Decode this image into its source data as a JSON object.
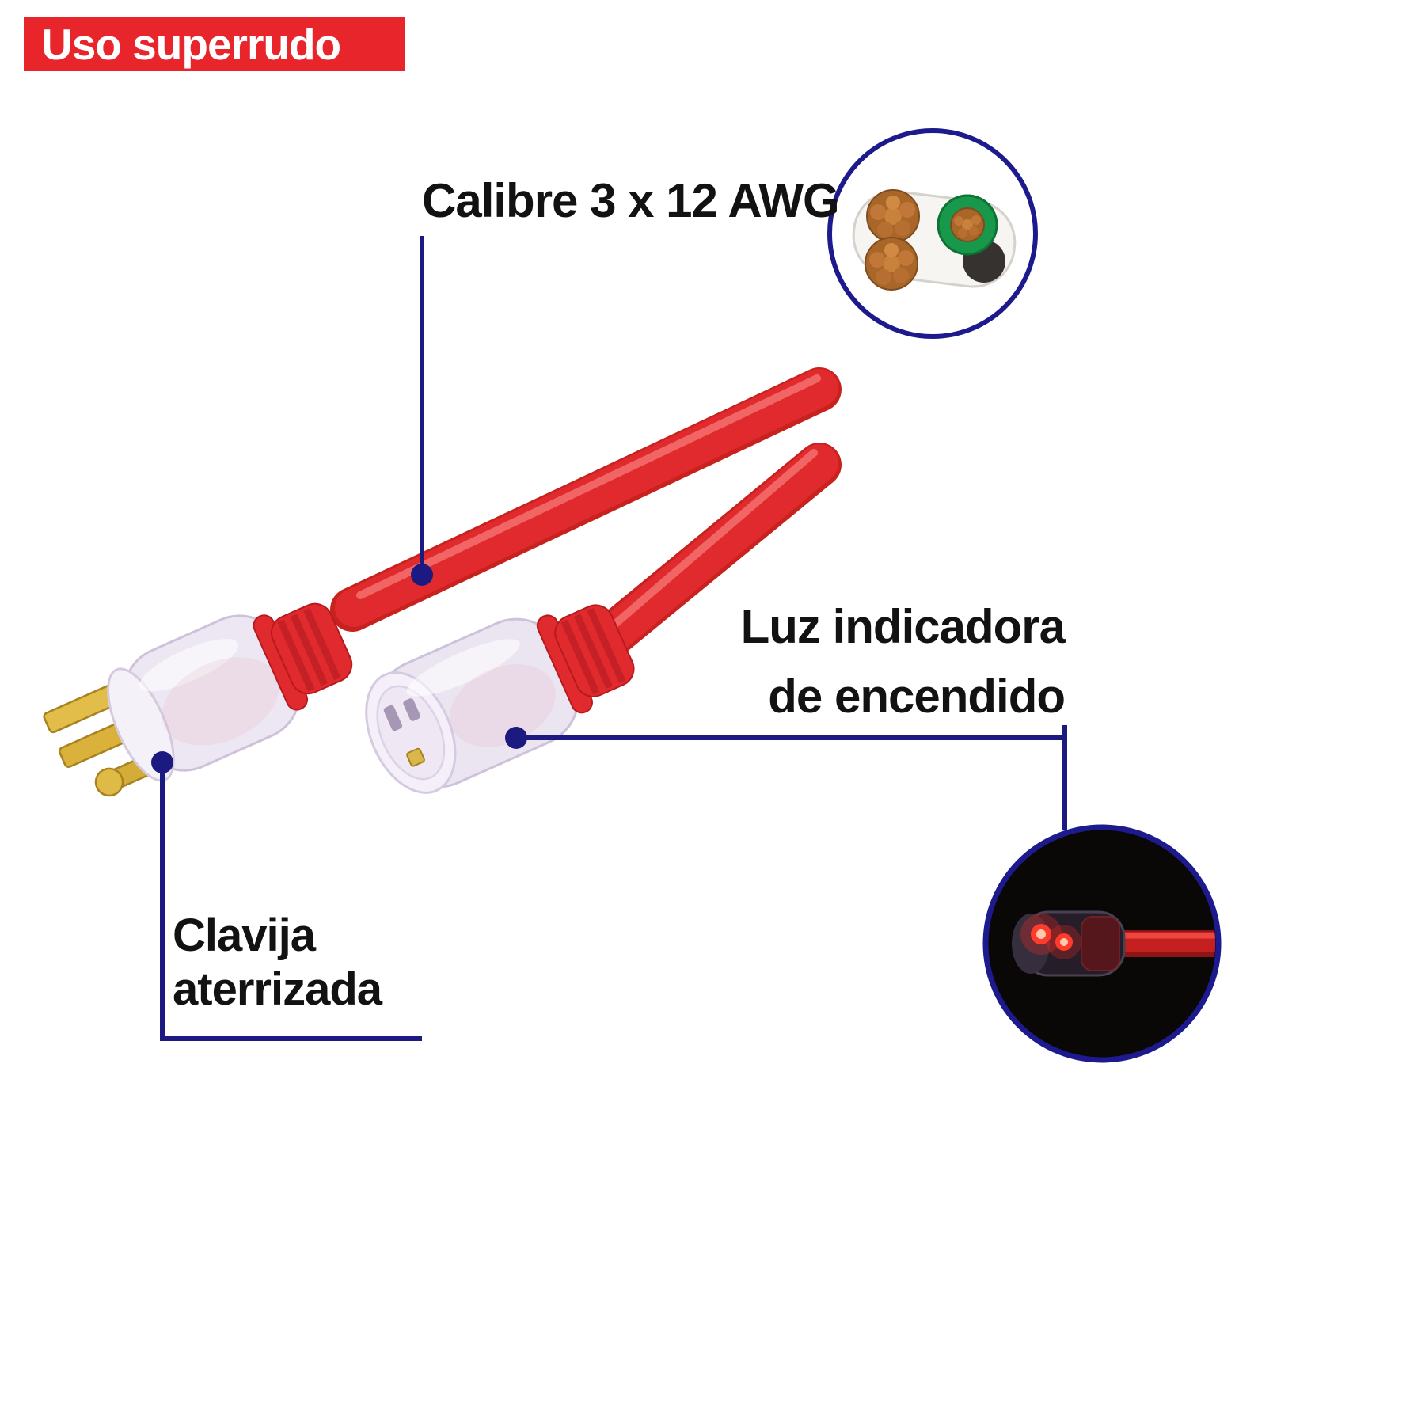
{
  "badge": {
    "label": "Uso superrudo",
    "background": "#e9252c",
    "text_color": "#ffffff"
  },
  "callouts": {
    "gauge": {
      "label": "Calibre 3 x 12 AWG"
    },
    "indicator": {
      "line1": "Luz indicadora",
      "line2": "de encendido"
    },
    "plug": {
      "line1": "Clavija",
      "line2": "aterrizada"
    }
  },
  "colors": {
    "cable_red": "#e02a2e",
    "cable_shadow_red": "#b51a1e",
    "callout_line": "#1c1a80",
    "inset_border": "#1c1a8c",
    "label_text": "#121212",
    "background": "#ffffff",
    "brass": "#ddb645",
    "copper": "#b06d2f",
    "ground_green": "#17984a",
    "indicator_glow": "#ff2a22"
  },
  "illustrations": {
    "cross_section": "cable-cross-section-3x12awg",
    "indicator_light": "lit-end-connector",
    "male_plug": "grounded-male-plug",
    "female_connector": "lighted-female-connector",
    "cables": "red-extension-cord"
  }
}
